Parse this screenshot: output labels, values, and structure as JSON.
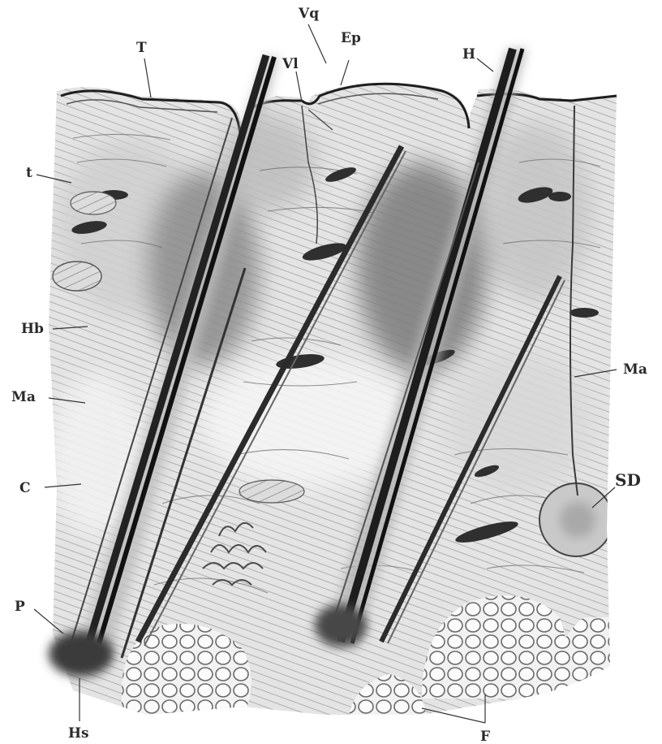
{
  "figure": {
    "description_hidden": false,
    "labels": {
      "T": "T",
      "Vq": "Vq",
      "Ep": "Ep",
      "Vl": "Vl",
      "H": "H",
      "t": "t",
      "Hb": "Hb",
      "Ma_left": "Ma",
      "Ma_right": "Ma",
      "C": "C",
      "P": "P",
      "SD": "SD",
      "Hs": "Hs",
      "F": "F"
    }
  }
}
